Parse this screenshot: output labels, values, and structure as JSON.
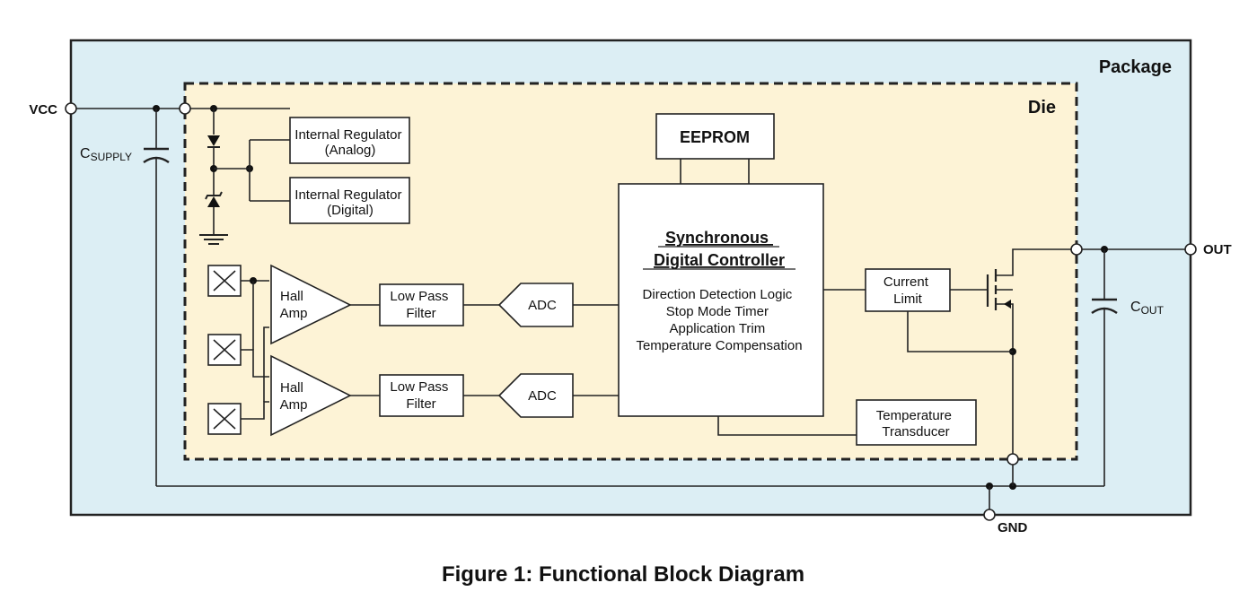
{
  "package_label": "Package",
  "die_label": "Die",
  "pins": {
    "vcc": "VCC",
    "out": "OUT",
    "gnd": "GND"
  },
  "caps": {
    "supply": {
      "main": "C",
      "sub": "SUPPLY"
    },
    "out": {
      "main": "C",
      "sub": "OUT"
    }
  },
  "blocks": {
    "reg_analog": [
      "Internal Regulator",
      "(Analog)"
    ],
    "reg_digital": [
      "Internal Regulator",
      "(Digital)"
    ],
    "eeprom": "EEPROM",
    "controller": {
      "title": [
        "Synchronous",
        "Digital Controller"
      ],
      "functions": [
        "Direction Detection Logic",
        "Stop Mode Timer",
        "Application Trim",
        "Temperature Compensation"
      ]
    },
    "hall_amp_1": [
      "Hall",
      "Amp"
    ],
    "hall_amp_2": [
      "Hall",
      "Amp"
    ],
    "lpf_1": [
      "Low Pass",
      "Filter"
    ],
    "lpf_2": [
      "Low Pass",
      "Filter"
    ],
    "adc_1": "ADC",
    "adc_2": "ADC",
    "current_limit": [
      "Current",
      "Limit"
    ],
    "temp_transducer": [
      "Temperature",
      "Transducer"
    ]
  },
  "colors": {
    "package_fill": "#dceef4",
    "die_fill": "#fdf3d6",
    "line": "#222222"
  },
  "figure_caption": "Figure 1: Functional Block Diagram"
}
